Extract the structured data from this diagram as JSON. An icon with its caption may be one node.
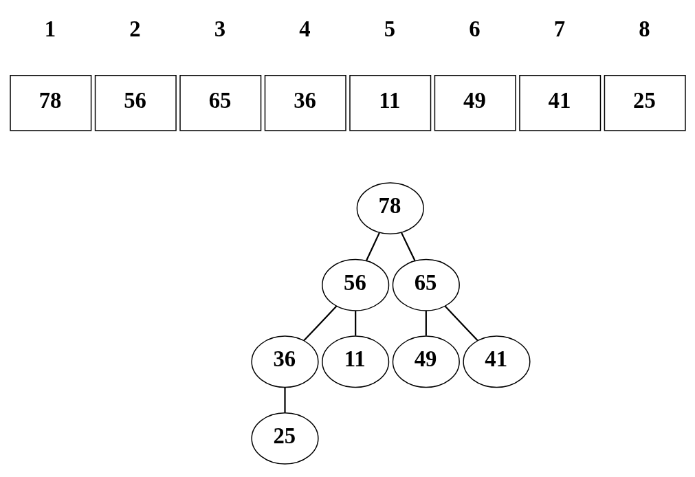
{
  "diagram": {
    "nodes": [
      {
        "text": [
          "78"
        ],
        "beside": [
          "1"
        ]
      },
      {
        "text": [
          "56"
        ],
        "beside": [
          "2"
        ]
      },
      {
        "text": [
          "65"
        ],
        "beside": [
          "3"
        ]
      },
      {
        "text": [
          "36"
        ],
        "beside": [
          "4"
        ]
      },
      {
        "text": [
          "11"
        ],
        "beside": [
          "5"
        ]
      },
      {
        "text": [
          "49"
        ],
        "beside": [
          "6"
        ]
      },
      {
        "text": [
          "41"
        ],
        "beside": [
          "7"
        ]
      },
      {
        "text": [
          "25"
        ],
        "beside": [
          "8"
        ]
      },
      {
        "text": [
          "78"
        ]
      },
      {
        "text": [
          "56"
        ]
      },
      {
        "text": [
          "65"
        ]
      },
      {
        "text": [
          "36"
        ]
      },
      {
        "text": [
          "11"
        ]
      },
      {
        "text": [
          "49"
        ]
      },
      {
        "text": [
          "41"
        ]
      },
      {
        "text": [
          "25"
        ]
      }
    ],
    "edges": [
      {
        "from": 8,
        "to": 9,
        "arrow": "none"
      },
      {
        "from": 8,
        "to": 10,
        "arrow": "none"
      },
      {
        "from": 9,
        "to": 11,
        "arrow": "none"
      },
      {
        "from": 9,
        "to": 12,
        "arrow": "none"
      },
      {
        "from": 10,
        "to": 13,
        "arrow": "none"
      },
      {
        "from": 10,
        "to": 14,
        "arrow": "none"
      },
      {
        "from": 11,
        "to": 15,
        "arrow": "none"
      }
    ]
  }
}
